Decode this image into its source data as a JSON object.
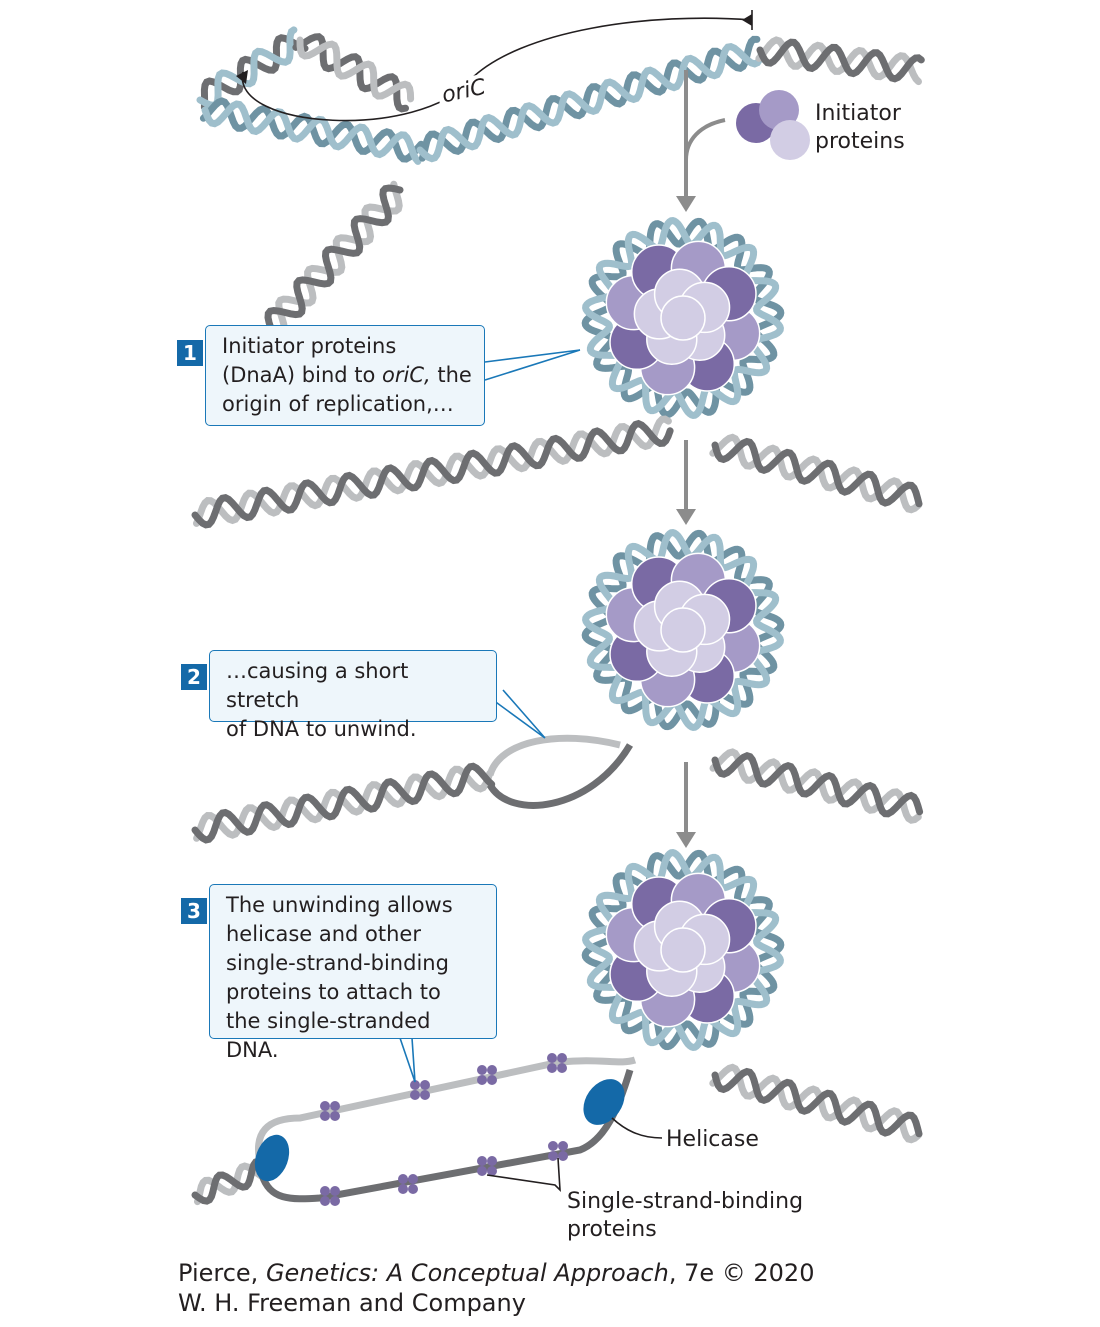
{
  "labels": {
    "oric": "oriC",
    "initiator_proteins_line1": "Initiator",
    "initiator_proteins_line2": "proteins",
    "helicase": "Helicase",
    "ssb_line1": "Single-strand-binding",
    "ssb_line2": "proteins"
  },
  "steps": [
    {
      "number": "1",
      "text_line1": "Initiator proteins",
      "text_line2_a": "(DnaA) bind to ",
      "text_line2_italic": "oriC,",
      "text_line2_b": " the",
      "text_line3": "origin of replication,…"
    },
    {
      "number": "2",
      "text_line1": "…causing a short stretch",
      "text_line2": "of DNA to unwind."
    },
    {
      "number": "3",
      "text_line1": "The unwinding allows",
      "text_line2": "helicase and other",
      "text_line3": "single-strand-binding",
      "text_line4": "proteins to attach to",
      "text_line5": "the single-stranded DNA."
    }
  ],
  "credit": {
    "line1_a": "Pierce, ",
    "line1_italic": "Genetics: A Conceptual Approach",
    "line1_b": ", 7e © 2020",
    "line2": "W. H. Freeman and Company"
  },
  "colors": {
    "dna_light_blue": "#9fbfcc",
    "dna_blue_dark": "#6f93a3",
    "dna_gray_dark": "#6d6e71",
    "dna_gray_light": "#bcbec0",
    "protein_dark": "#7a6aa4",
    "protein_mid": "#a59ac7",
    "protein_light": "#d2cde4",
    "helicase": "#1469a8",
    "arrow": "#8c8c8c",
    "callout_border": "#1a78b8",
    "callout_fill": "#eef6fb"
  }
}
